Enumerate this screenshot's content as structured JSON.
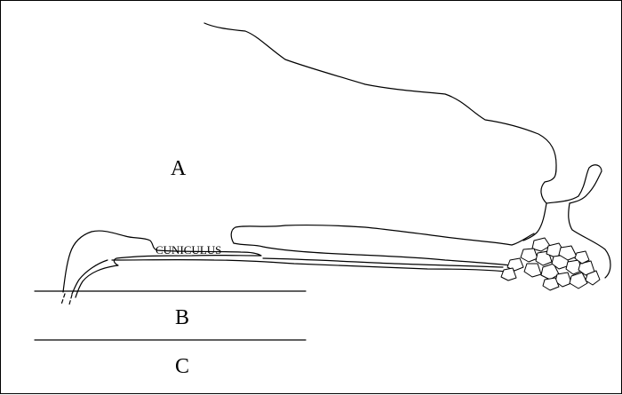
{
  "diagram": {
    "zones": [
      {
        "id": "A",
        "label": "A"
      },
      {
        "id": "B",
        "label": "B"
      },
      {
        "id": "C",
        "label": "C"
      }
    ],
    "features": {
      "passage_label": "CUNICULUS"
    }
  }
}
